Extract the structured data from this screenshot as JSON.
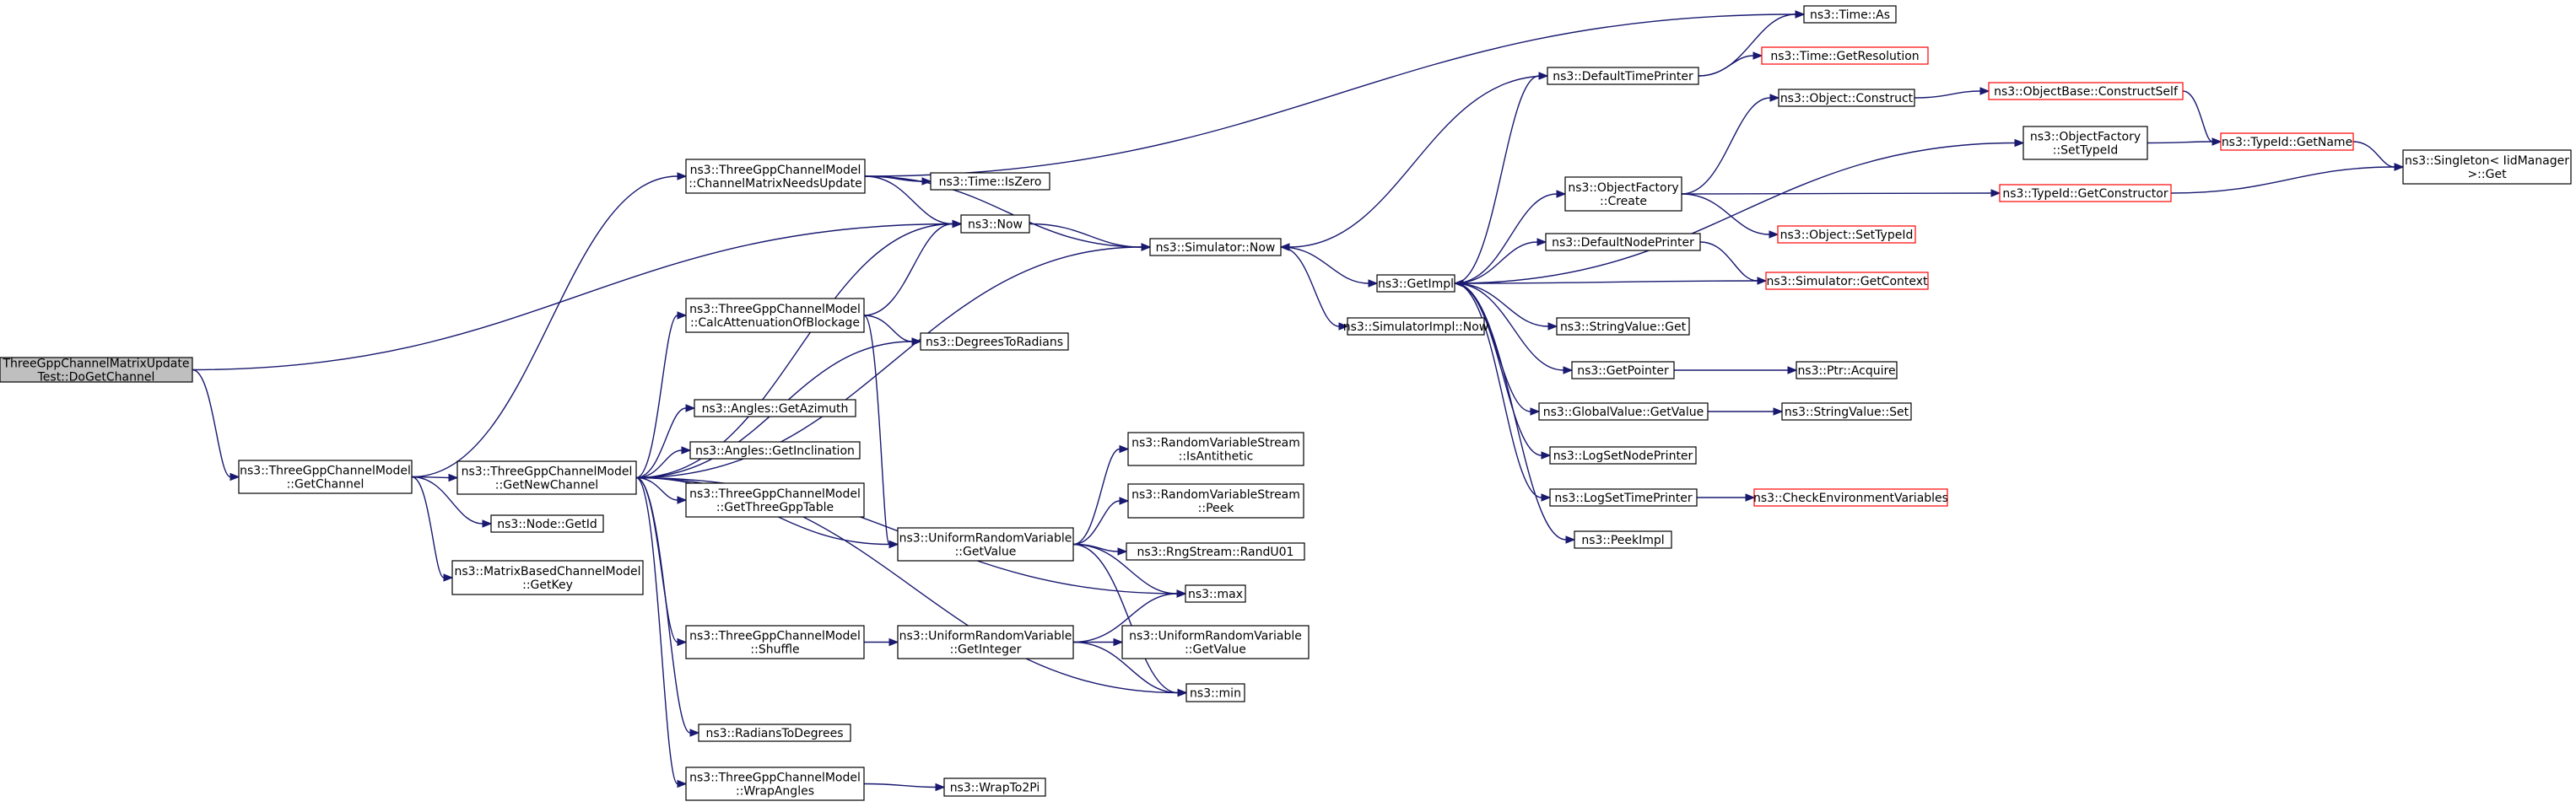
{
  "colors": {
    "edge": "#191970",
    "node_border": "#000000",
    "node_border_truncated": "#ff0000",
    "root_fill": "#bfbfbf",
    "node_fill": "#ffffff"
  },
  "nodes": [
    {
      "id": "root",
      "lines": [
        "ThreeGppChannelMatrixUpdate",
        "Test::DoGetChannel"
      ],
      "kind": "root"
    },
    {
      "id": "getChannel",
      "lines": [
        "ns3::ThreeGppChannelModel",
        "::GetChannel"
      ],
      "kind": "normal"
    },
    {
      "id": "channelMatrixNeedsUpdate",
      "lines": [
        "ns3::ThreeGppChannelModel",
        "::ChannelMatrixNeedsUpdate"
      ],
      "kind": "normal"
    },
    {
      "id": "getNewChannel",
      "lines": [
        "ns3::ThreeGppChannelModel",
        "::GetNewChannel"
      ],
      "kind": "normal"
    },
    {
      "id": "nodeGetId",
      "lines": [
        "ns3::Node::GetId"
      ],
      "kind": "normal"
    },
    {
      "id": "getKey",
      "lines": [
        "ns3::MatrixBasedChannelModel",
        "::GetKey"
      ],
      "kind": "normal"
    },
    {
      "id": "timeIsZero",
      "lines": [
        "ns3::Time::IsZero"
      ],
      "kind": "normal"
    },
    {
      "id": "now",
      "lines": [
        "ns3::Now"
      ],
      "kind": "normal"
    },
    {
      "id": "calcAttenuation",
      "lines": [
        "ns3::ThreeGppChannelModel",
        "::CalcAttenuationOfBlockage"
      ],
      "kind": "normal"
    },
    {
      "id": "degToRad",
      "lines": [
        "ns3::DegreesToRadians"
      ],
      "kind": "normal"
    },
    {
      "id": "getAzimuth",
      "lines": [
        "ns3::Angles::GetAzimuth"
      ],
      "kind": "normal"
    },
    {
      "id": "getInclination",
      "lines": [
        "ns3::Angles::GetInclination"
      ],
      "kind": "normal"
    },
    {
      "id": "getThreeGppTable",
      "lines": [
        "ns3::ThreeGppChannelModel",
        "::GetThreeGppTable"
      ],
      "kind": "normal"
    },
    {
      "id": "urvGetValue",
      "lines": [
        "ns3::UniformRandomVariable",
        "::GetValue"
      ],
      "kind": "normal"
    },
    {
      "id": "shuffle",
      "lines": [
        "ns3::ThreeGppChannelModel",
        "::Shuffle"
      ],
      "kind": "normal"
    },
    {
      "id": "urvGetInteger",
      "lines": [
        "ns3::UniformRandomVariable",
        "::GetInteger"
      ],
      "kind": "normal"
    },
    {
      "id": "radToDeg",
      "lines": [
        "ns3::RadiansToDegrees"
      ],
      "kind": "normal"
    },
    {
      "id": "wrapAngles",
      "lines": [
        "ns3::ThreeGppChannelModel",
        "::WrapAngles"
      ],
      "kind": "normal"
    },
    {
      "id": "wrapTo2Pi",
      "lines": [
        "ns3::WrapTo2Pi"
      ],
      "kind": "normal"
    },
    {
      "id": "isAntithetic",
      "lines": [
        "ns3::RandomVariableStream",
        "::IsAntithetic"
      ],
      "kind": "normal"
    },
    {
      "id": "peek",
      "lines": [
        "ns3::RandomVariableStream",
        "::Peek"
      ],
      "kind": "normal"
    },
    {
      "id": "randU01",
      "lines": [
        "ns3::RngStream::RandU01"
      ],
      "kind": "normal"
    },
    {
      "id": "max",
      "lines": [
        "ns3::max"
      ],
      "kind": "normal"
    },
    {
      "id": "urvGetValue2",
      "lines": [
        "ns3::UniformRandomVariable",
        "::GetValue"
      ],
      "kind": "normal"
    },
    {
      "id": "min",
      "lines": [
        "ns3::min"
      ],
      "kind": "normal"
    },
    {
      "id": "simNow",
      "lines": [
        "ns3::Simulator::Now"
      ],
      "kind": "normal"
    },
    {
      "id": "getImpl",
      "lines": [
        "ns3::GetImpl"
      ],
      "kind": "normal"
    },
    {
      "id": "simImplNow",
      "lines": [
        "ns3::SimulatorImpl::Now"
      ],
      "kind": "normal"
    },
    {
      "id": "defaultTimePrinter",
      "lines": [
        "ns3::DefaultTimePrinter"
      ],
      "kind": "normal"
    },
    {
      "id": "timeAs",
      "lines": [
        "ns3::Time::As"
      ],
      "kind": "normal"
    },
    {
      "id": "timeGetResolution",
      "lines": [
        "ns3::Time::GetResolution"
      ],
      "kind": "truncated"
    },
    {
      "id": "objectConstruct",
      "lines": [
        "ns3::Object::Construct"
      ],
      "kind": "normal"
    },
    {
      "id": "constructSelf",
      "lines": [
        "ns3::ObjectBase::ConstructSelf"
      ],
      "kind": "truncated"
    },
    {
      "id": "objectFactorySetTypeId",
      "lines": [
        "ns3::ObjectFactory",
        "::SetTypeId"
      ],
      "kind": "normal"
    },
    {
      "id": "typeIdGetName",
      "lines": [
        "ns3::TypeId::GetName"
      ],
      "kind": "truncated"
    },
    {
      "id": "singletonGet",
      "lines": [
        "ns3::Singleton< IidManager",
        " >::Get"
      ],
      "kind": "normal"
    },
    {
      "id": "objectFactoryCreate",
      "lines": [
        "ns3::ObjectFactory",
        "::Create"
      ],
      "kind": "normal"
    },
    {
      "id": "getConstructor",
      "lines": [
        "ns3::TypeId::GetConstructor"
      ],
      "kind": "truncated"
    },
    {
      "id": "objectSetTypeId",
      "lines": [
        "ns3::Object::SetTypeId"
      ],
      "kind": "truncated"
    },
    {
      "id": "defaultNodePrinter",
      "lines": [
        "ns3::DefaultNodePrinter"
      ],
      "kind": "normal"
    },
    {
      "id": "simGetContext",
      "lines": [
        "ns3::Simulator::GetContext"
      ],
      "kind": "truncated"
    },
    {
      "id": "stringValueGet",
      "lines": [
        "ns3::StringValue::Get"
      ],
      "kind": "normal"
    },
    {
      "id": "getPointer",
      "lines": [
        "ns3::GetPointer"
      ],
      "kind": "normal"
    },
    {
      "id": "ptrAcquire",
      "lines": [
        "ns3::Ptr::Acquire"
      ],
      "kind": "normal"
    },
    {
      "id": "globalValueGetValue",
      "lines": [
        "ns3::GlobalValue::GetValue"
      ],
      "kind": "normal"
    },
    {
      "id": "stringValueSet",
      "lines": [
        "ns3::StringValue::Set"
      ],
      "kind": "normal"
    },
    {
      "id": "logSetNodePrinter",
      "lines": [
        "ns3::LogSetNodePrinter"
      ],
      "kind": "normal"
    },
    {
      "id": "logSetTimePrinter",
      "lines": [
        "ns3::LogSetTimePrinter"
      ],
      "kind": "normal"
    },
    {
      "id": "checkEnvVars",
      "lines": [
        "ns3::CheckEnvironmentVariables"
      ],
      "kind": "truncated"
    },
    {
      "id": "peekImpl",
      "lines": [
        "ns3::PeekImpl"
      ],
      "kind": "normal"
    }
  ],
  "edges": [
    [
      "root",
      "getChannel"
    ],
    [
      "root",
      "now"
    ],
    [
      "getChannel",
      "channelMatrixNeedsUpdate"
    ],
    [
      "getChannel",
      "getNewChannel"
    ],
    [
      "getChannel",
      "nodeGetId"
    ],
    [
      "getChannel",
      "getKey"
    ],
    [
      "channelMatrixNeedsUpdate",
      "timeAs"
    ],
    [
      "channelMatrixNeedsUpdate",
      "timeIsZero"
    ],
    [
      "channelMatrixNeedsUpdate",
      "now"
    ],
    [
      "channelMatrixNeedsUpdate",
      "simNow"
    ],
    [
      "now",
      "simNow"
    ],
    [
      "getNewChannel",
      "calcAttenuation"
    ],
    [
      "getNewChannel",
      "now"
    ],
    [
      "getNewChannel",
      "simNow"
    ],
    [
      "getNewChannel",
      "degToRad"
    ],
    [
      "getNewChannel",
      "getAzimuth"
    ],
    [
      "getNewChannel",
      "getInclination"
    ],
    [
      "getNewChannel",
      "getThreeGppTable"
    ],
    [
      "getNewChannel",
      "urvGetValue"
    ],
    [
      "getNewChannel",
      "max"
    ],
    [
      "getNewChannel",
      "shuffle"
    ],
    [
      "getNewChannel",
      "min"
    ],
    [
      "getNewChannel",
      "radToDeg"
    ],
    [
      "getNewChannel",
      "wrapAngles"
    ],
    [
      "calcAttenuation",
      "now"
    ],
    [
      "calcAttenuation",
      "degToRad"
    ],
    [
      "calcAttenuation",
      "urvGetValue"
    ],
    [
      "urvGetValue",
      "isAntithetic"
    ],
    [
      "urvGetValue",
      "peek"
    ],
    [
      "urvGetValue",
      "randU01"
    ],
    [
      "urvGetValue",
      "max"
    ],
    [
      "urvGetValue",
      "min"
    ],
    [
      "shuffle",
      "urvGetInteger"
    ],
    [
      "urvGetInteger",
      "max"
    ],
    [
      "urvGetInteger",
      "urvGetValue2"
    ],
    [
      "urvGetInteger",
      "min"
    ],
    [
      "wrapAngles",
      "wrapTo2Pi"
    ],
    [
      "simNow",
      "getImpl"
    ],
    [
      "simNow",
      "simImplNow"
    ],
    [
      "getImpl",
      "defaultTimePrinter"
    ],
    [
      "getImpl",
      "objectFactorySetTypeId"
    ],
    [
      "getImpl",
      "objectFactoryCreate"
    ],
    [
      "getImpl",
      "defaultNodePrinter"
    ],
    [
      "getImpl",
      "stringValueGet"
    ],
    [
      "getImpl",
      "getPointer"
    ],
    [
      "getImpl",
      "globalValueGetValue"
    ],
    [
      "getImpl",
      "logSetNodePrinter"
    ],
    [
      "getImpl",
      "logSetTimePrinter"
    ],
    [
      "getImpl",
      "peekImpl"
    ],
    [
      "defaultTimePrinter",
      "simNow"
    ],
    [
      "defaultTimePrinter",
      "timeAs"
    ],
    [
      "defaultTimePrinter",
      "timeGetResolution"
    ],
    [
      "objectFactoryCreate",
      "objectConstruct"
    ],
    [
      "objectFactoryCreate",
      "getConstructor"
    ],
    [
      "objectFactoryCreate",
      "objectSetTypeId"
    ],
    [
      "objectConstruct",
      "constructSelf"
    ],
    [
      "constructSelf",
      "typeIdGetName"
    ],
    [
      "objectFactorySetTypeId",
      "typeIdGetName"
    ],
    [
      "typeIdGetName",
      "singletonGet"
    ],
    [
      "getConstructor",
      "singletonGet"
    ],
    [
      "defaultNodePrinter",
      "simGetContext"
    ],
    [
      "simGetContext",
      "getImpl"
    ],
    [
      "getPointer",
      "ptrAcquire"
    ],
    [
      "globalValueGetValue",
      "stringValueSet"
    ],
    [
      "logSetTimePrinter",
      "checkEnvVars"
    ]
  ]
}
